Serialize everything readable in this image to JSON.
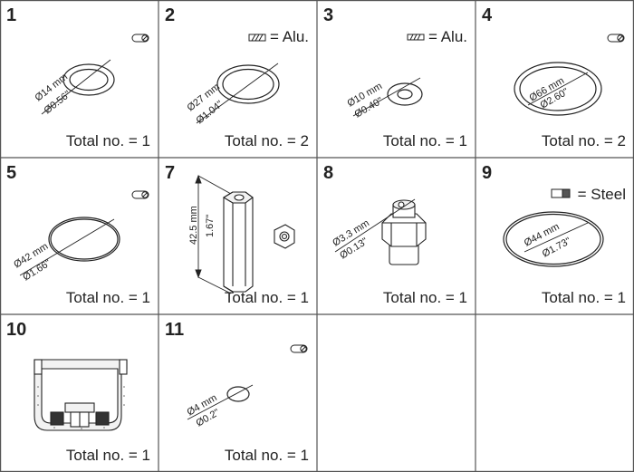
{
  "cells": [
    {
      "num": "1",
      "total": "Total no. = 1",
      "material": "",
      "dim1": "Ø14 mm",
      "dim2": "Ø0.56\""
    },
    {
      "num": "2",
      "total": "Total no. = 2",
      "material": "= Alu.",
      "dim1": "Ø27 mm",
      "dim2": "Ø1.04\""
    },
    {
      "num": "3",
      "total": "Total no. = 1",
      "material": "= Alu.",
      "dim1": "Ø10 mm",
      "dim2": "Ø0.40\""
    },
    {
      "num": "4",
      "total": "Total no. = 2",
      "material": "",
      "dim1": "Ø66 mm",
      "dim2": "Ø2.60\""
    },
    {
      "num": "5",
      "total": "Total no. = 1",
      "material": "",
      "dim1": "Ø42 mm",
      "dim2": "Ø1.66\""
    },
    {
      "num": "7",
      "total": "Total no. = 1",
      "material": "",
      "dim1": "42.5 mm",
      "dim2": "1.67\""
    },
    {
      "num": "8",
      "total": "Total no. = 1",
      "material": "",
      "dim1": "Ø3.3 mm",
      "dim2": "Ø0.13\""
    },
    {
      "num": "9",
      "total": "Total no. = 1",
      "material": "= Steel",
      "dim1": "Ø44 mm",
      "dim2": "Ø1.73\""
    },
    {
      "num": "10",
      "total": "Total no. = 1",
      "material": "",
      "dim1": "",
      "dim2": ""
    },
    {
      "num": "11",
      "total": "Total no. = 1",
      "material": "",
      "dim1": "Ø4 mm",
      "dim2": "Ø0.2\""
    }
  ],
  "colors": {
    "line": "#222222",
    "grid": "#555555",
    "fill_light": "#f2f2f2",
    "fill_dark": "#333333"
  },
  "icons": {
    "oring": "o-ring-icon",
    "flat_gasket": "flat-gasket-icon",
    "steel_gasket": "steel-gasket-icon"
  }
}
